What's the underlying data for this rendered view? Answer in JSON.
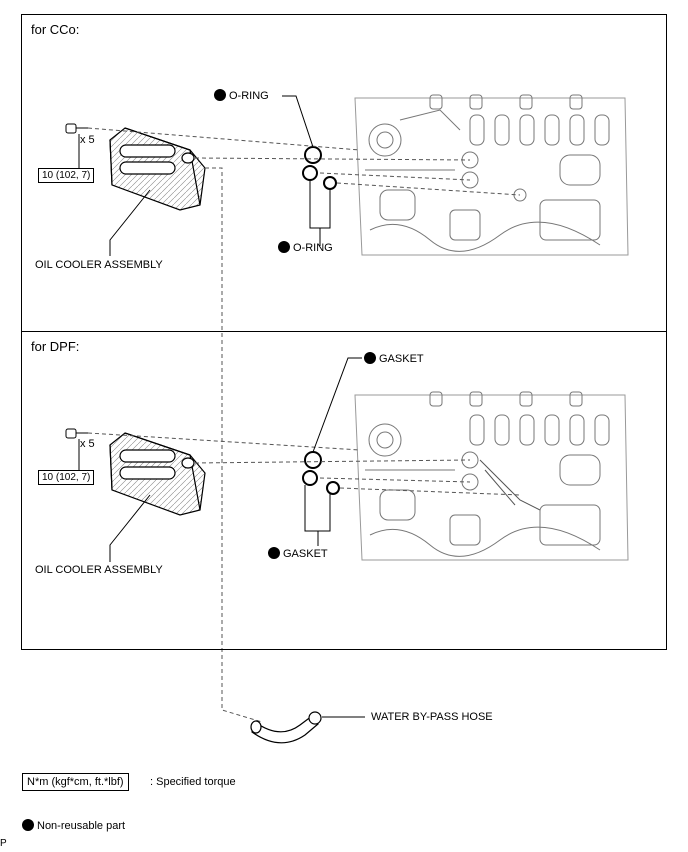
{
  "sections": [
    {
      "title": "for CCo:",
      "bolt_count": "x 5",
      "torque": "10 (102, 7)",
      "assembly_label": "OIL COOLER ASSEMBLY",
      "part_upper_label": "O-RING",
      "part_lower_label": "O-RING"
    },
    {
      "title": "for DPF:",
      "bolt_count": "x 5",
      "torque": "10 (102, 7)",
      "assembly_label": "OIL COOLER ASSEMBLY",
      "part_upper_label": "GASKET",
      "part_lower_label": "GASKET"
    }
  ],
  "hose_label": "WATER BY-PASS HOSE",
  "legend": {
    "torque_unit": "N*m (kgf*cm, ft.*lbf)",
    "torque_desc": ": Specified torque",
    "nonreusable_desc": "Non-reusable part"
  },
  "footer_code": "P",
  "icons": [
    "non-reusable-dot-icon",
    "bolt-icon"
  ]
}
